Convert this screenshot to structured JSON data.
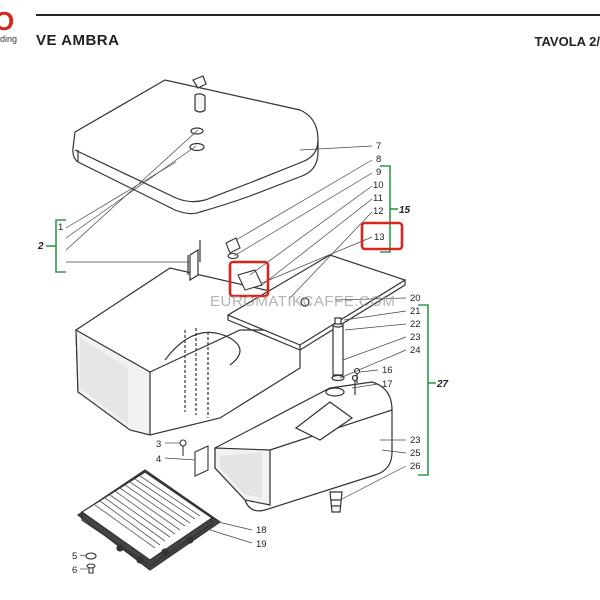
{
  "header": {
    "brand_mark": "O",
    "brand_suffix": "ding",
    "model": "VE AMBRA",
    "table_label": "TAVOLA 2/"
  },
  "watermark": "EUROMATIKCAFFE.COM",
  "callouts": {
    "c1": "1",
    "c3": "3",
    "c4": "4",
    "c5": "5",
    "c6": "6",
    "c7": "7",
    "c8": "8",
    "c9": "9",
    "c10": "10",
    "c11": "11",
    "c12": "12",
    "c13": "13",
    "c16": "16",
    "c17": "17",
    "c18": "18",
    "c19": "19",
    "c20": "20",
    "c21": "21",
    "c22": "22",
    "c23a": "23",
    "c24": "24",
    "c23b": "23",
    "c25": "25",
    "c26": "26"
  },
  "groups": {
    "g2": "2",
    "g15": "15",
    "g27": "27"
  },
  "colors": {
    "highlight": "#d7261e",
    "bracket": "#2e9a4a",
    "line": "#333333"
  }
}
